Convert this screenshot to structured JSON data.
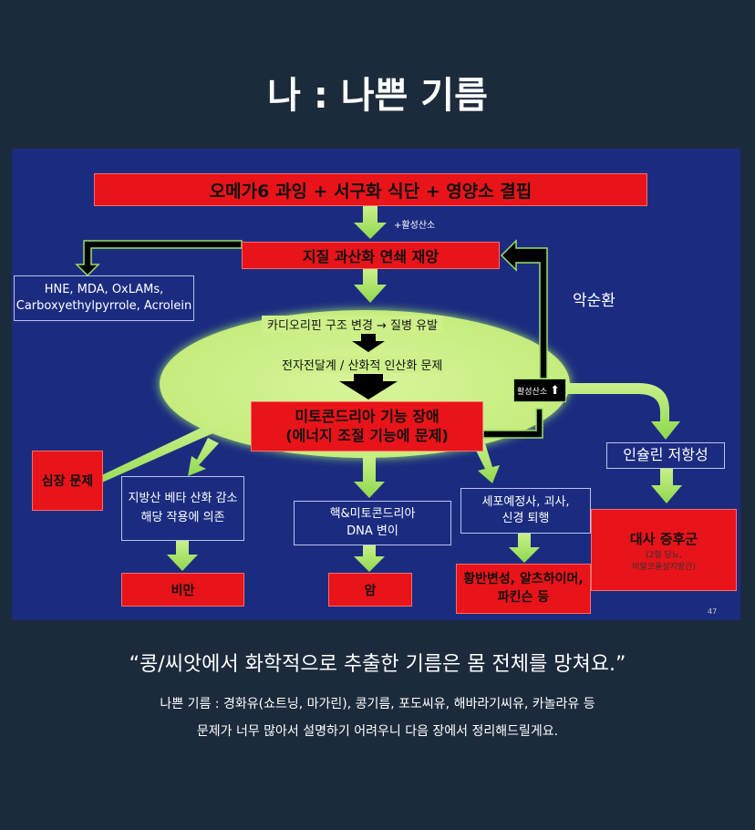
{
  "title": "나 : 나쁜 기름",
  "diagram": {
    "top_box": "오메가6 과잉 + 서구화 식단 + 영양소 결핍",
    "ros_label": "+활성산소",
    "chain_box": "지질 과산화 연쇄 재앙",
    "byproducts": [
      "HNE, MDA, OxLAMs,",
      "Carboxyethylpyrrole, Acrolein"
    ],
    "vicious_cycle": "악순환",
    "ellipse_line1": "카디오리핀 구조 변경 → 질병 유발",
    "ellipse_line2": "전자전달계 / 산화적 인산화 문제",
    "mito_box": [
      "미토콘드리아 기능 장애",
      "(에너지 조절 기능에 문제)"
    ],
    "ros_small": "활성산소",
    "insulin": "인슐린 저항성",
    "heart": "심장 문제",
    "fatty_acid": [
      "지방산 베타 산화 감소",
      "해당 작용에 의존"
    ],
    "dna": [
      "핵&미토콘드리아",
      "DNA 변이"
    ],
    "apoptosis": [
      "세포예정사, 괴사,",
      "신경 퇴행"
    ],
    "metabolic": "대사 증후군",
    "metabolic_sub": [
      "(2형 당뇨,",
      "비알코올성지방간)"
    ],
    "obesity": "비만",
    "cancer": "암",
    "neuro": [
      "황반변성, 알츠하이머,",
      "파킨슨 등"
    ],
    "page_number": "47"
  },
  "quote": "“콩/씨앗에서 화학적으로 추출한 기름은 몸 전체를 망쳐요.”",
  "line1": "나쁜 기름 : 경화유(쇼트닝, 마가린), 콩기름, 포도씨유, 해바라기씨유, 카놀라유 등",
  "line2": "문제가 너무 많아서 설명하기 어려우니 다음 장에서 정리해드릴게요.",
  "colors": {
    "background": "#1c2b3c",
    "slide": "#1b2c80",
    "red": "#e8141a",
    "green": "#9be06a"
  }
}
